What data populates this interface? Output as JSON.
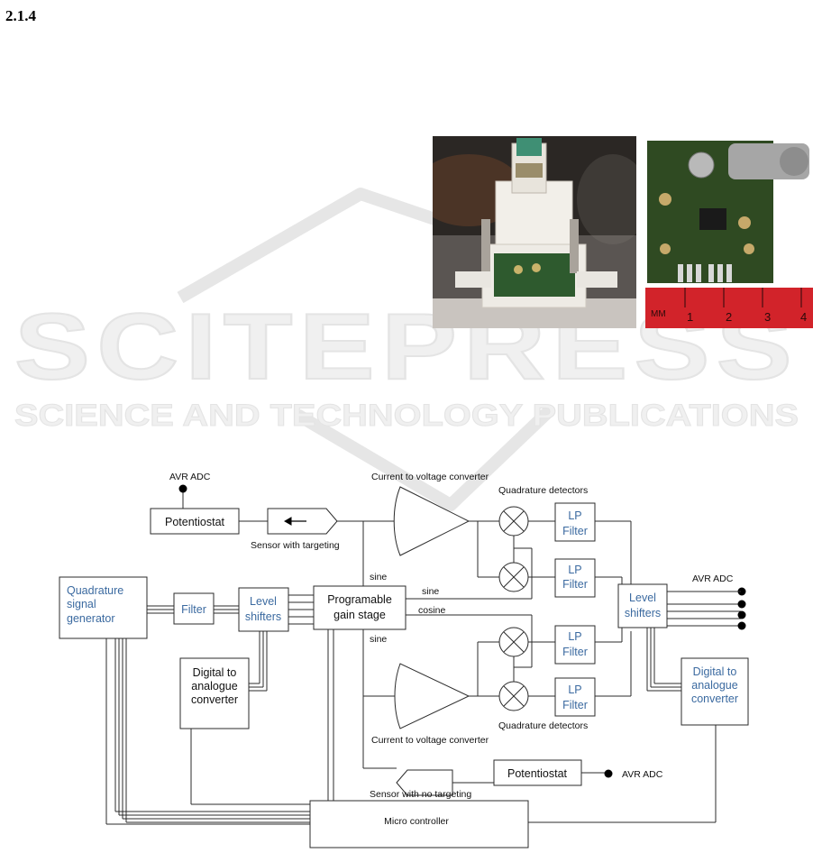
{
  "heading": {
    "section_number": "2.1.4"
  },
  "watermark": {
    "brand": "SCITEPRESS",
    "tagline": "SCIENCE AND TECHNOLOGY PUBLICATIONS"
  },
  "photos": {
    "left": {
      "icon": "sensor-holder-photo"
    },
    "right": {
      "icon": "circuit-board-photo",
      "ruler_labels": [
        "MM",
        "1",
        "2",
        "3",
        "4"
      ]
    }
  },
  "diagram": {
    "top_adc": "AVR ADC",
    "top_potentiostat": "Potentiostat",
    "sensor_targeting": "Sensor with targeting",
    "c2v_top": "Current to voltage converter",
    "quad_top": "Quadrature detectors",
    "lp": "LP",
    "filter": "Filter",
    "quad_gen_1": "Quadrature",
    "quad_gen_2": "signal",
    "quad_gen_3": "generator",
    "level_1": "Level",
    "level_2": "shifters",
    "pga_1": "Programable",
    "pga_2": "gain stage",
    "sine": "sine",
    "cosine": "cosine",
    "dac_1": "Digital to",
    "dac_2": "analogue",
    "dac_3": "converter",
    "right_adc": "AVR ADC",
    "quad_bottom": "Quadrature detectors",
    "c2v_bottom": "Current to voltage converter",
    "bottom_potentiostat": "Potentiostat",
    "bottom_adc": "AVR ADC",
    "sensor_no_targeting": "Sensor with no targeting",
    "micro": "Micro controller"
  }
}
